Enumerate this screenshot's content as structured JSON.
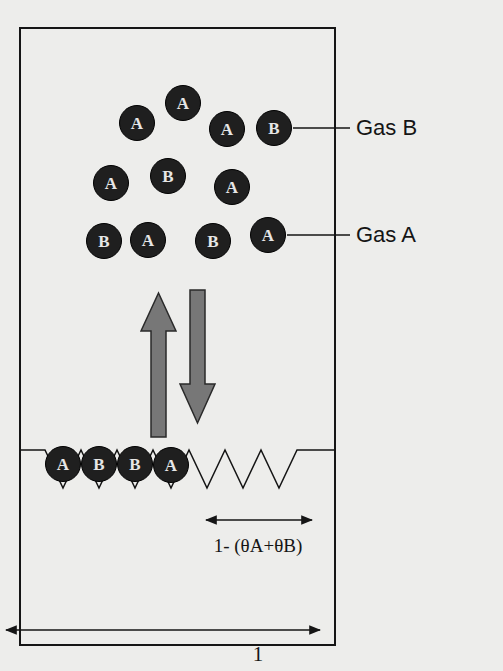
{
  "diagram": {
    "nodes": [
      {
        "text": [
          "A"
        ]
      },
      {
        "text": [
          "A"
        ]
      },
      {
        "text": [
          "A"
        ]
      },
      {
        "text": [
          "B"
        ]
      },
      {
        "text": [
          "A"
        ]
      },
      {
        "text": [
          "B"
        ]
      },
      {
        "text": [
          "A"
        ]
      },
      {
        "text": [
          "B"
        ]
      },
      {
        "text": [
          "A"
        ]
      },
      {
        "text": [
          "B"
        ]
      },
      {
        "text": [
          "A"
        ]
      },
      {
        "text": [
          "A"
        ]
      },
      {
        "text": [
          "B"
        ]
      },
      {
        "text": [
          "B"
        ]
      },
      {
        "text": [
          "A"
        ]
      }
    ],
    "labels": [
      "Gas B",
      "Gas A",
      "1- (θA+θB)",
      "1"
    ]
  }
}
